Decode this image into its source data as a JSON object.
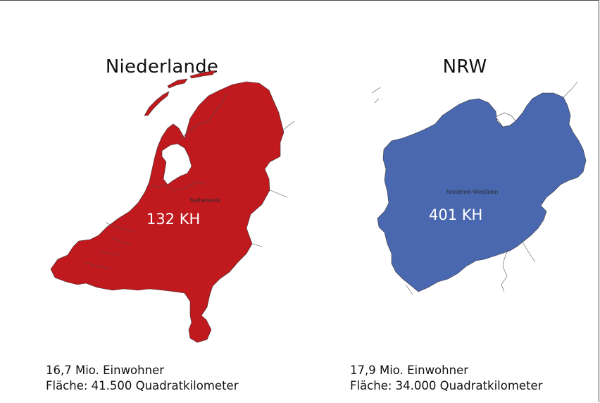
{
  "regions": {
    "netherlands": {
      "title": "Niederlande",
      "map_label": "Netherlands",
      "value": "132 KH",
      "population": "16,7 Mio. Einwohner",
      "area": "Fläche: 41.500 Quadratkilometer",
      "fill_color": "#c0191e"
    },
    "nrw": {
      "title": "NRW",
      "map_label": "Nordrhein-Westfalen",
      "value": "401 KH",
      "population": "17,9 Mio. Einwohner",
      "area": "Fläche: 34.000 Quadratkilometer",
      "fill_color": "#4a68b0"
    }
  }
}
